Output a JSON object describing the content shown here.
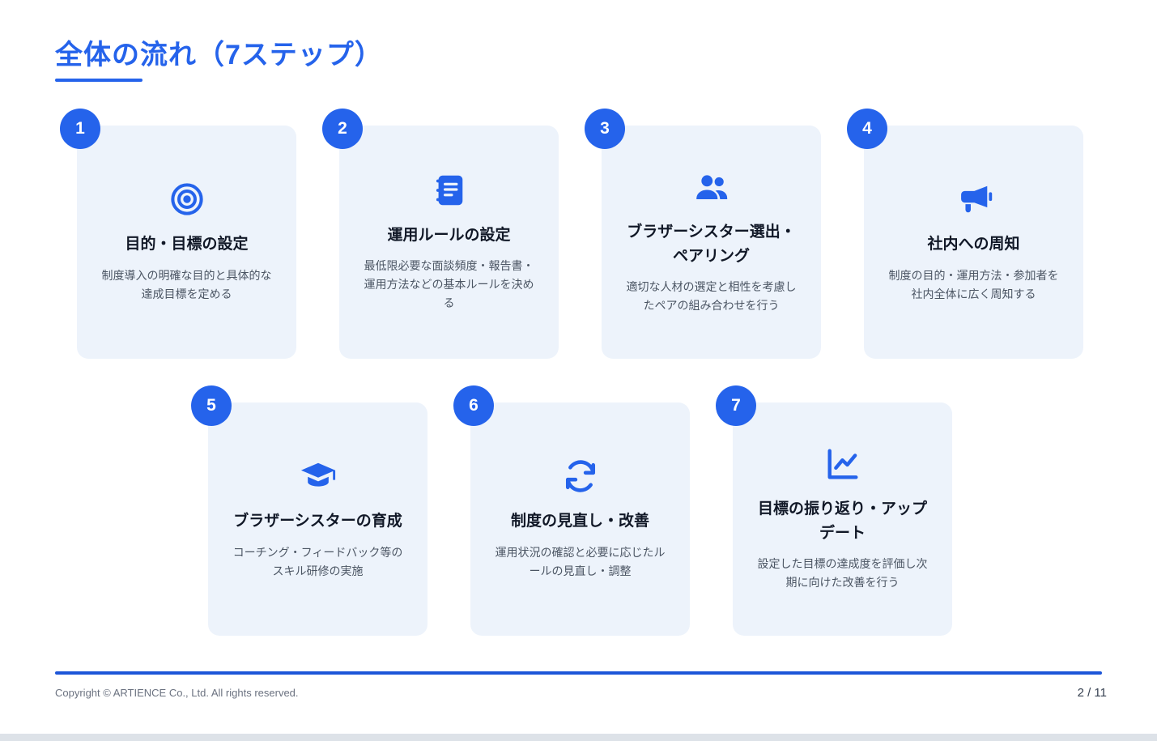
{
  "slide": {
    "title": "全体の流れ（7ステップ）",
    "accent_color": "#2563eb",
    "card_background": "#edf3fb",
    "footer": {
      "copyright": "Copyright © ARTIENCE Co., Ltd. All rights reserved.",
      "page": "2 / 11"
    }
  },
  "steps": [
    {
      "number": "1",
      "icon": "target-icon",
      "title": "目的・目標の設定",
      "description": "制度導入の明確な目的と具体的な達成目標を定める"
    },
    {
      "number": "2",
      "icon": "journal-icon",
      "title": "運用ルールの設定",
      "description": "最低限必要な面談頻度・報告書・運用方法などの基本ルールを決める"
    },
    {
      "number": "3",
      "icon": "users-icon",
      "title": "ブラザーシスター選出・ペアリング",
      "description": "適切な人材の選定と相性を考慮したペアの組み合わせを行う"
    },
    {
      "number": "4",
      "icon": "megaphone-icon",
      "title": "社内への周知",
      "description": "制度の目的・運用方法・参加者を社内全体に広く周知する"
    },
    {
      "number": "5",
      "icon": "graduation-cap-icon",
      "title": "ブラザーシスターの育成",
      "description": "コーチング・フィードバック等のスキル研修の実施"
    },
    {
      "number": "6",
      "icon": "sync-icon",
      "title": "制度の見直し・改善",
      "description": "運用状況の確認と必要に応じたルールの見直し・調整"
    },
    {
      "number": "7",
      "icon": "chart-line-icon",
      "title": "目標の振り返り・アップデート",
      "description": "設定した目標の達成度を評価し次期に向けた改善を行う"
    }
  ]
}
